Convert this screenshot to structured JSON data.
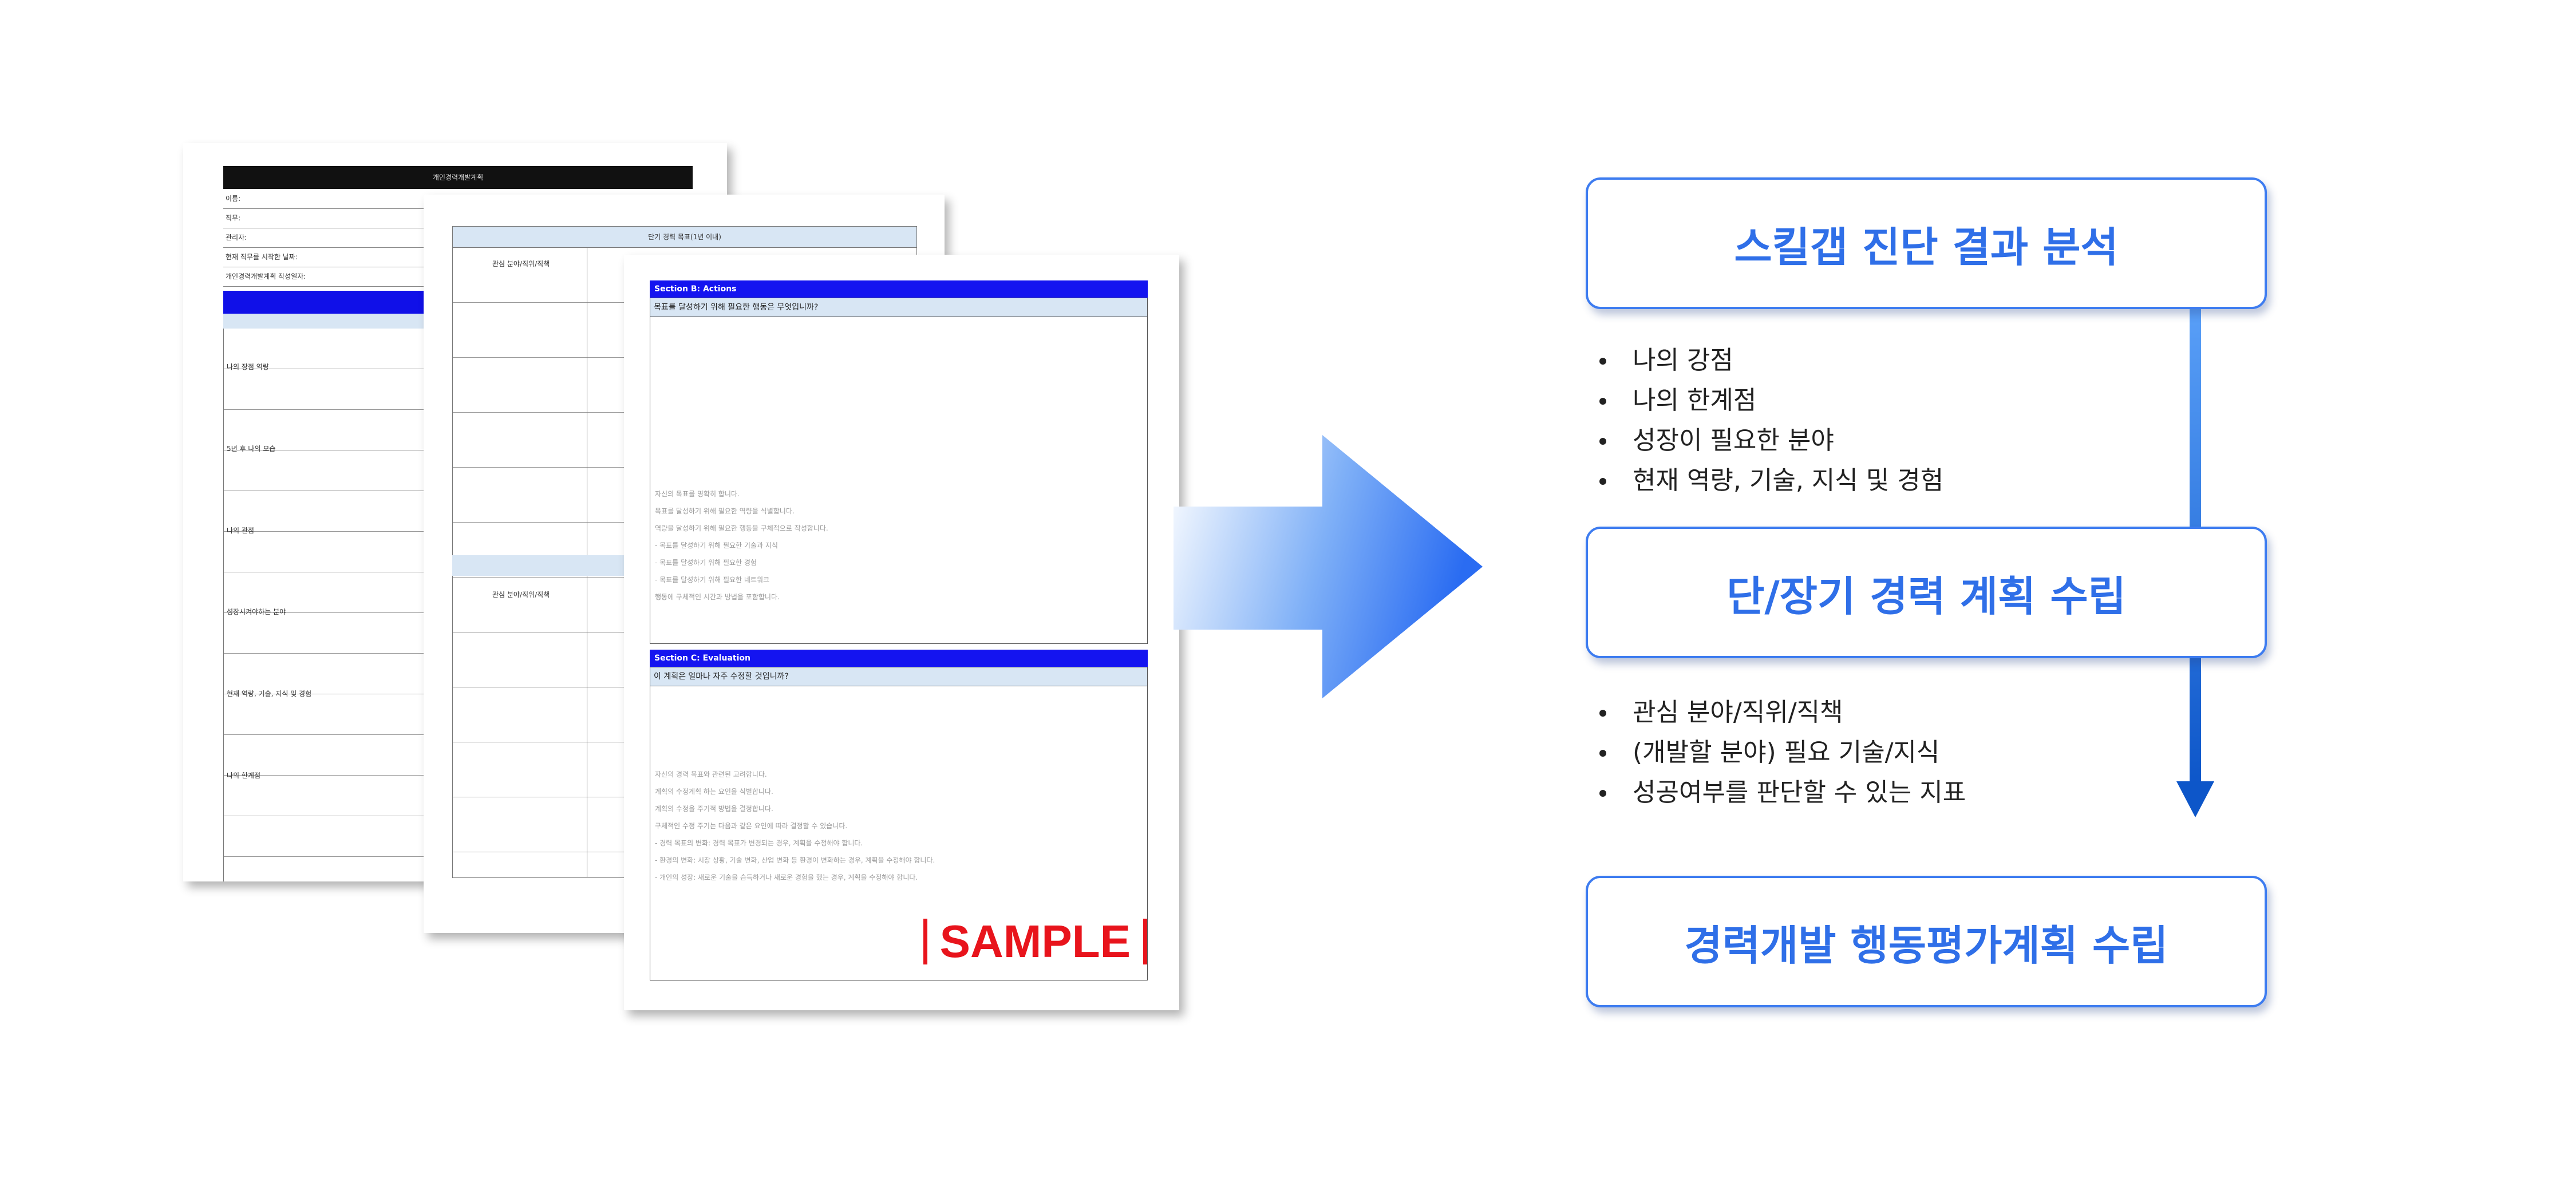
{
  "documents": {
    "doc1": {
      "title": "개인경력개발계획",
      "fields": [
        "이름:",
        "직무:",
        "관리자:",
        "현재 직무를 시작한 날짜:",
        "개인경력개발계획 작성일자:"
      ],
      "section_labels": [
        "나의 장점 역량",
        "5년 후 나의 모습",
        "나의 관점",
        "성장시켜야하는 분야",
        "현재 역량, 기술, 지식 및 경험",
        "나의 한계점"
      ]
    },
    "doc2": {
      "header": "단기 경력 목표(1년 이내)",
      "labels": [
        "관심 분야/직위/직책",
        "관심 분야/직위/직책"
      ]
    },
    "doc3": {
      "section_b": "Section B: Actions",
      "question_b": "목표를 달성하기 위해 필요한 행동은 무엇입니까?",
      "hints_b": [
        "자신의 목표를 명확히 합니다.",
        "목표를 달성하기 위해 필요한 역량을 식별합니다.",
        "역량을 달성하기 위해 필요한 행동을 구체적으로 작성합니다.",
        "- 목표를 달성하기 위해 필요한 기술과 지식",
        "- 목표를 달성하기 위해 필요한 경험",
        "- 목표를 달성하기 위해 필요한 네트워크",
        "행동에 구체적인 시간과 방법을 포함합니다."
      ],
      "section_c": "Section C: Evaluation",
      "question_c": "이 계획은 얼마나 자주 수정할 것입니까?",
      "hints_c": [
        "자신의 경력 목표와 관련된 고려합니다.",
        "계획의 수정계획 하는 요인을 식별합니다.",
        "계획의 수정을 주기적 방법을 결정합니다.",
        "구체적인 수정 주기는 다음과 같은 요인에 따라 결정할 수 있습니다.",
        "- 경력 목표의 변화: 경력 목표가 변경되는 경우, 계획을 수정해야 합니다.",
        "- 환경의 변화: 시장 상황, 기술 변화, 산업 변화 등 환경이 변화하는 경우, 계획을 수정해야 합니다.",
        "- 개인의 성장: 새로운 기술을 습득하거나 새로운 경험을 했는 경우, 계획을 수정해야 합니다."
      ],
      "watermark": "SAMPLE"
    }
  },
  "flow": {
    "stage1": "스킬갭 진단 결과 분석",
    "bullets1": [
      "나의 강점",
      "나의 한계점",
      "성장이 필요한 분야",
      "현재 역량, 기술, 지식 및 경험"
    ],
    "stage2": "단/장기 경력 계획 수립",
    "bullets2": [
      "관심 분야/직위/직책",
      "(개발할 분야) 필요 기술/지식",
      "성공여부를 판단할 수 있는 지표"
    ],
    "stage3": "경력개발 행동평가계획 수립"
  },
  "colors": {
    "accent": "#3d7cf0",
    "heading": "#2f6fe8",
    "section_blue": "#1414f0",
    "sample_red": "#e8141c"
  }
}
